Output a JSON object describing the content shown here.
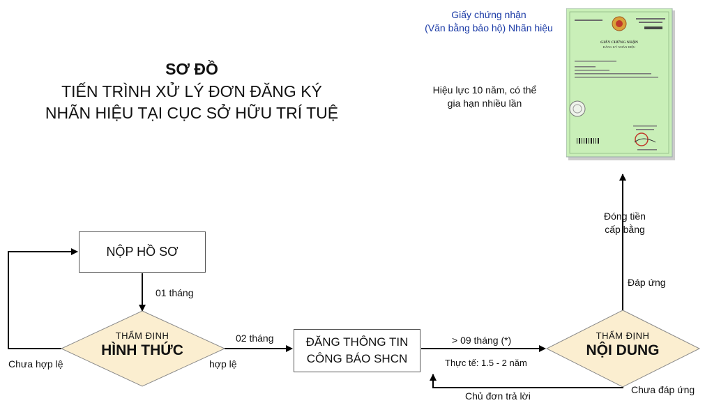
{
  "title": {
    "line1": "SƠ ĐỒ",
    "line2": "TIẾN TRÌNH XỬ LÝ ĐƠN ĐĂNG KÝ",
    "line3": "NHÃN HIỆU TẠI CỤC SỞ HỮU TRÍ TUỆ"
  },
  "nodes": {
    "nop_ho_so": "NỘP HỒ SƠ",
    "tham_dinh_hinh_thuc": {
      "small": "THẨM ĐỊNH",
      "big": "HÌNH THỨC"
    },
    "dang_thong_tin": {
      "line1": "ĐĂNG THÔNG TIN",
      "line2": "CÔNG BÁO SHCN"
    },
    "tham_dinh_noi_dung": {
      "small": "THẨM ĐỊNH",
      "big": "NỘI DUNG"
    }
  },
  "edges": {
    "t01": "01 tháng",
    "t02": "02 tháng",
    "hop_le": "hợp lệ",
    "chua_hop_le": "Chưa hợp lệ",
    "t09": "> 09 tháng (*)",
    "thuc_te": "Thực tế: 1.5 - 2 năm",
    "chua_dap_ung": "Chưa đáp ứng",
    "chu_don_tra_loi": "Chủ đơn trả lời",
    "dap_ung": "Đáp ứng",
    "dong_tien_1": "Đóng tiền",
    "dong_tien_2": "cấp bằng"
  },
  "certificate": {
    "caption_1": "Giấy chứng nhận",
    "caption_2": "(Văn bằng bảo hộ) Nhãn hiệu",
    "validity_1": "Hiệu lực 10 năm, có thể",
    "validity_2": "gia hạn nhiều lần",
    "doc_title": "GIẤY CHỨNG NHẬN",
    "doc_subtitle": "ĐĂNG KÝ NHÃN HIỆU"
  },
  "colors": {
    "diamond_fill": "#fbeed0",
    "certificate_bg": "#c9efb8",
    "caption_blue": "#1a3aa6",
    "line": "#000000"
  }
}
